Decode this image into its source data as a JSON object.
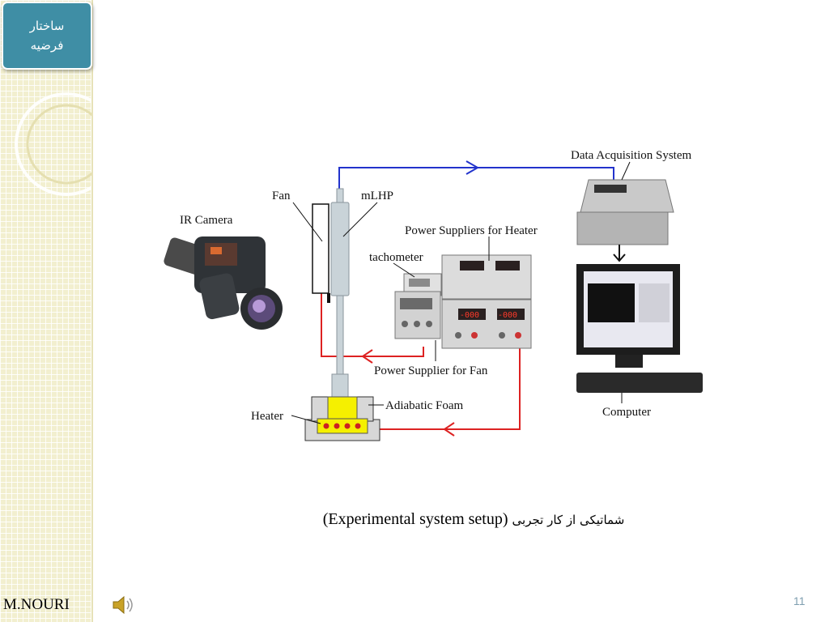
{
  "sidebar": {
    "title_line1": "ساختار",
    "title_line2": "فرضیه"
  },
  "footer": {
    "author": "M.NOURI",
    "page_number": "11",
    "speaker_icon": "speaker-icon"
  },
  "caption": {
    "english": "(Experimental system setup)",
    "persian": "شماتیکی از کار تجربی"
  },
  "diagram": {
    "labels": {
      "daq": "Data Acquisition System",
      "fan": "Fan",
      "mlhp": "mLHP",
      "ir_camera": "IR Camera",
      "power_heater": "Power Suppliers for Heater",
      "tachometer": "tachometer",
      "power_fan": "Power Supplier for Fan",
      "adiabatic_foam": "Adiabatic Foam",
      "heater": "Heater",
      "computer": "Computer"
    },
    "readouts": [
      "-000",
      "-000"
    ],
    "colors": {
      "signal_line": "#2233cc",
      "power_line": "#dd2222",
      "heater_block": "#f5f000",
      "theme": "#3f8ea5"
    }
  }
}
